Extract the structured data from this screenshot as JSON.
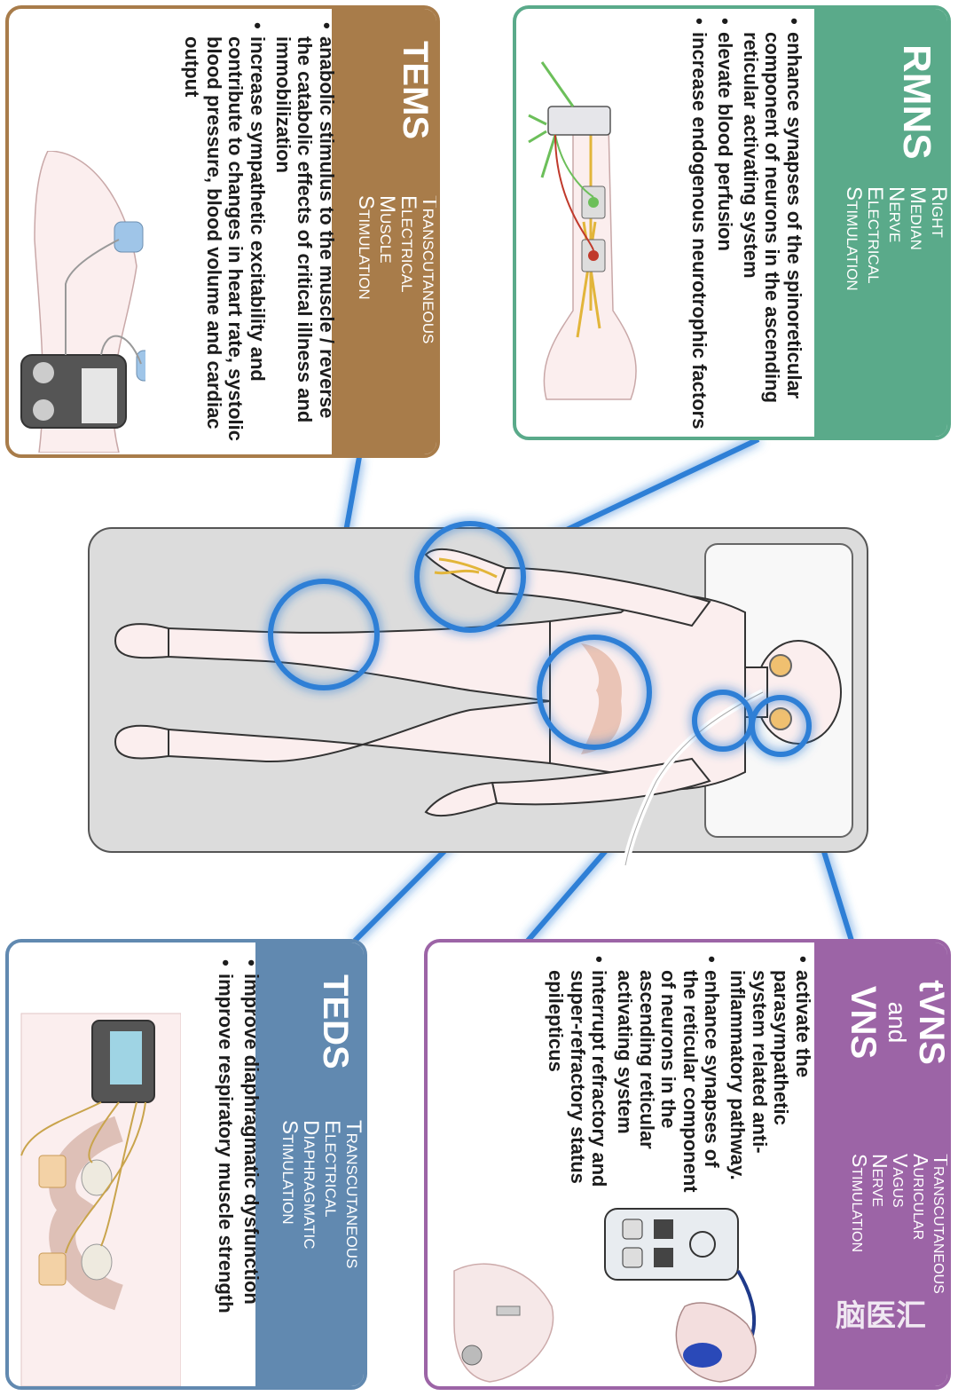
{
  "rmns": {
    "abbr": "RMNS",
    "full": [
      "Right",
      "Median",
      "Nerve",
      "Electrical",
      "Stimulation"
    ],
    "bullets": [
      "enhance synapses of the spinoreticular component of neurons in the ascending reticular activating system",
      "elevate blood perfusion",
      "increase endogenous neurotrophic factors"
    ],
    "color": "#5aaa8a"
  },
  "tems": {
    "abbr": "TEMS",
    "full": [
      "Transcutaneous",
      "Electrical",
      "Muscle",
      "Stimulation"
    ],
    "bullets": [
      "anabolic stimulus to the muscle / reverse the catabolic effects of critical illness and immobilization",
      "increase sympathetic excitability and contribute to changes in heart rate, systolic blood pressure, blood volume and cardiac output"
    ],
    "color": "#a87c4a"
  },
  "tvns": {
    "abbr_lines": [
      "tVNS",
      "and",
      "VNS"
    ],
    "full": [
      "Transcutaneous",
      "Auricular",
      "Vagus",
      "Nerve",
      "Stimulation"
    ],
    "bullets": [
      "activate the parasympathetic system related anti-inflammatory pathway.",
      "enhance synapses of the reticular component of neurons in the ascending reticular activating system",
      "interrupt refractory and super-refractory status epilepticus"
    ],
    "color": "#9c64a6"
  },
  "teds": {
    "abbr": "TEDS",
    "full": [
      "Transcutaneous",
      "Electrical",
      "Diaphragmatic",
      "Stimulation"
    ],
    "bullets": [
      "improve diaphragmatic dysfunction",
      "improve respiratory muscle strength"
    ],
    "color": "#6189b0"
  },
  "watermark": {
    "text": "脑医汇"
  },
  "icons": [
    "stimulator-device-icon",
    "electrode-pad-icon",
    "patient-figure",
    "ear-clip-icon",
    "implant-icon"
  ],
  "glow_color": "#3a8fe0"
}
